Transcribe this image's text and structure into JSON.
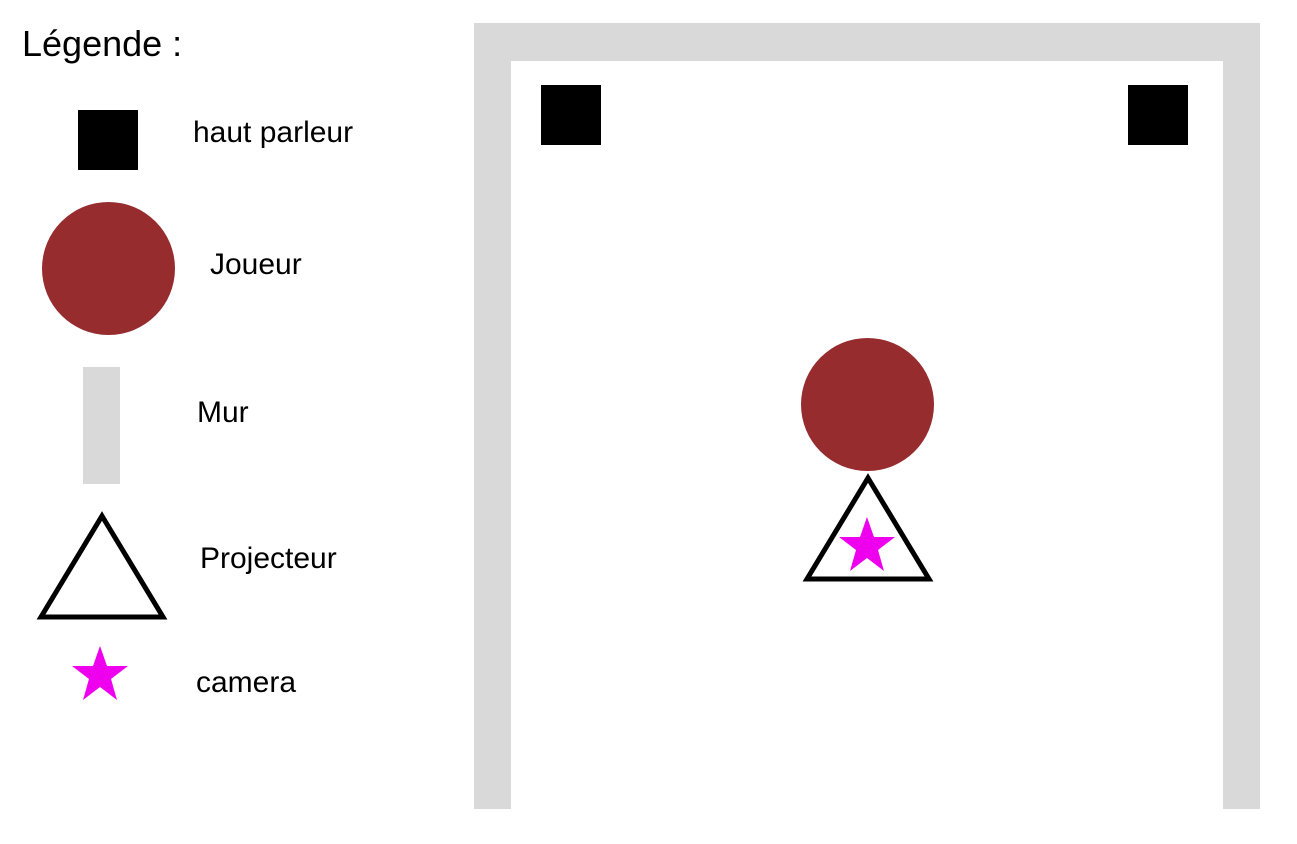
{
  "legend": {
    "title": "Légende :",
    "items": [
      {
        "symbol": "square",
        "label": "haut parleur"
      },
      {
        "symbol": "circle",
        "label": "Joueur"
      },
      {
        "symbol": "wall",
        "label": "Mur"
      },
      {
        "symbol": "triangle",
        "label": "Projecteur"
      },
      {
        "symbol": "star",
        "label": "camera"
      }
    ]
  },
  "colors": {
    "speaker": "#000000",
    "player": "#962c2e",
    "wall": "#d9d9d9",
    "projector_stroke": "#000000",
    "camera": "#ee00ee"
  },
  "icons": {
    "speaker": "speaker-square-icon",
    "player": "player-circle-icon",
    "wall": "wall-bar-icon",
    "projector": "projector-triangle-icon",
    "camera": "camera-star-icon"
  }
}
